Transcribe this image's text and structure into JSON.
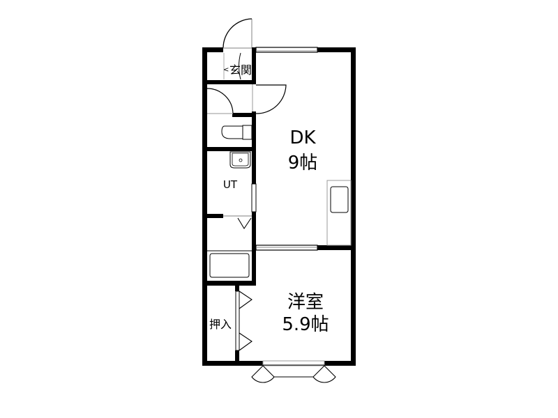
{
  "diagram": {
    "type": "floor-plan",
    "colors": {
      "wall": "#000000",
      "fixture": "#000000",
      "thin_line": "#9a9a9a",
      "background": "#ffffff"
    },
    "rooms": [
      {
        "id": "entrance",
        "label": "玄関"
      },
      {
        "id": "dk",
        "label": "DK",
        "size": "9帖"
      },
      {
        "id": "ut",
        "label": "UT"
      },
      {
        "id": "western-room",
        "label": "洋室",
        "size": "5.9帖"
      },
      {
        "id": "closet",
        "label": "押入"
      }
    ]
  }
}
